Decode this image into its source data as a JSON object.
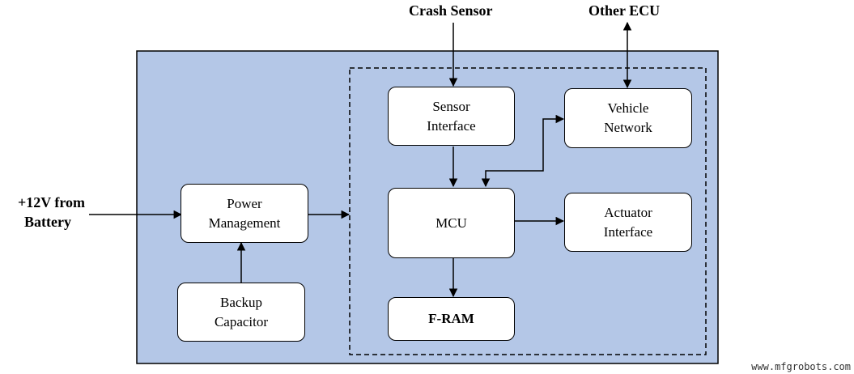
{
  "labels": {
    "crash_sensor": "Crash Sensor",
    "other_ecu": "Other ECU",
    "battery_line1": "+12V from",
    "battery_line2": "Battery"
  },
  "blocks": {
    "sensor_interface": [
      "Sensor",
      "Interface"
    ],
    "vehicle_network": [
      "Vehicle",
      "Network"
    ],
    "power_management": [
      "Power",
      "Management"
    ],
    "mcu": "MCU",
    "actuator_interface": [
      "Actuator",
      "Interface"
    ],
    "backup_capacitor": [
      "Backup",
      "Capacitor"
    ],
    "fram": "F-RAM"
  },
  "watermark": "www.mfgrobots.com",
  "colors": {
    "module_fill": "#b4c7e7",
    "block_fill": "#ffffff",
    "line": "#000000"
  }
}
